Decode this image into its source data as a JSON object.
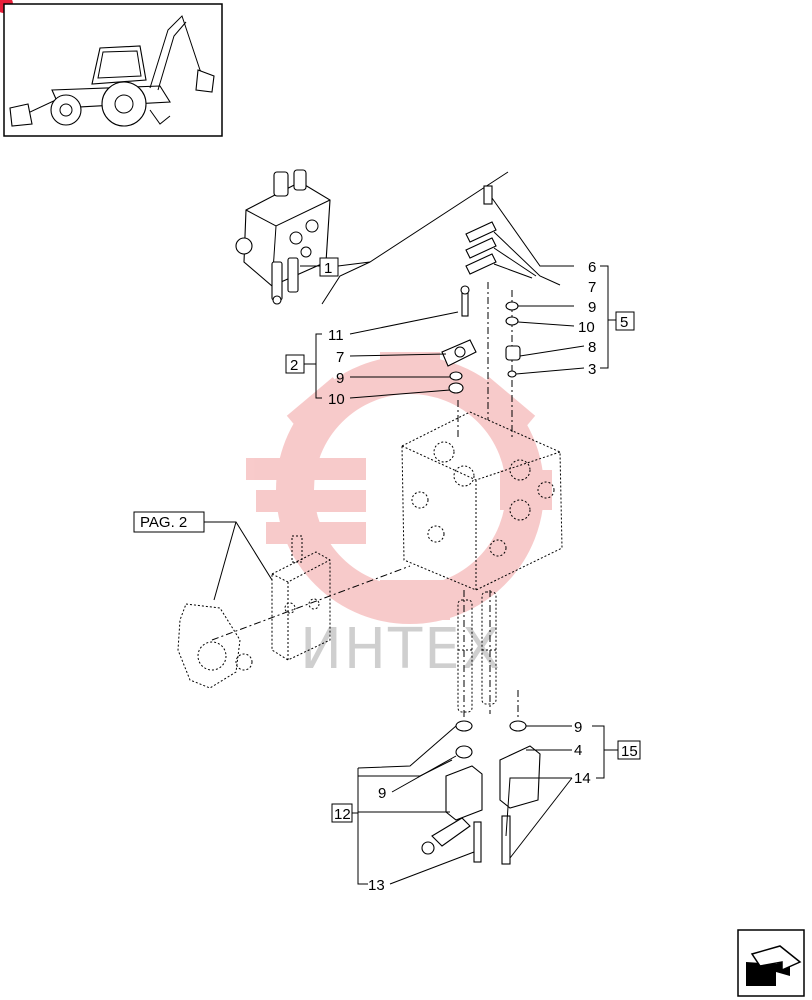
{
  "callouts": {
    "c1": "1",
    "c2": "2",
    "c3": "3",
    "c4": "4",
    "c5": "5",
    "c6": "6",
    "c7a": "7",
    "c7b": "7",
    "c8": "8",
    "c9a": "9",
    "c9b": "9",
    "c9c": "9",
    "c9d": "9",
    "c10a": "10",
    "c10b": "10",
    "c11": "11",
    "c12": "12",
    "c13": "13",
    "c14": "14",
    "c15": "15",
    "pag2": "PAG. 2"
  },
  "watermark": {
    "text": "ИНТЕХ",
    "color": "#f2b5b5"
  },
  "colors": {
    "line": "#000000",
    "page_bg": "#ffffff"
  },
  "icons": {
    "thumbnail": "backhoe-loader-icon",
    "nav": "next-page-arrow-icon"
  }
}
